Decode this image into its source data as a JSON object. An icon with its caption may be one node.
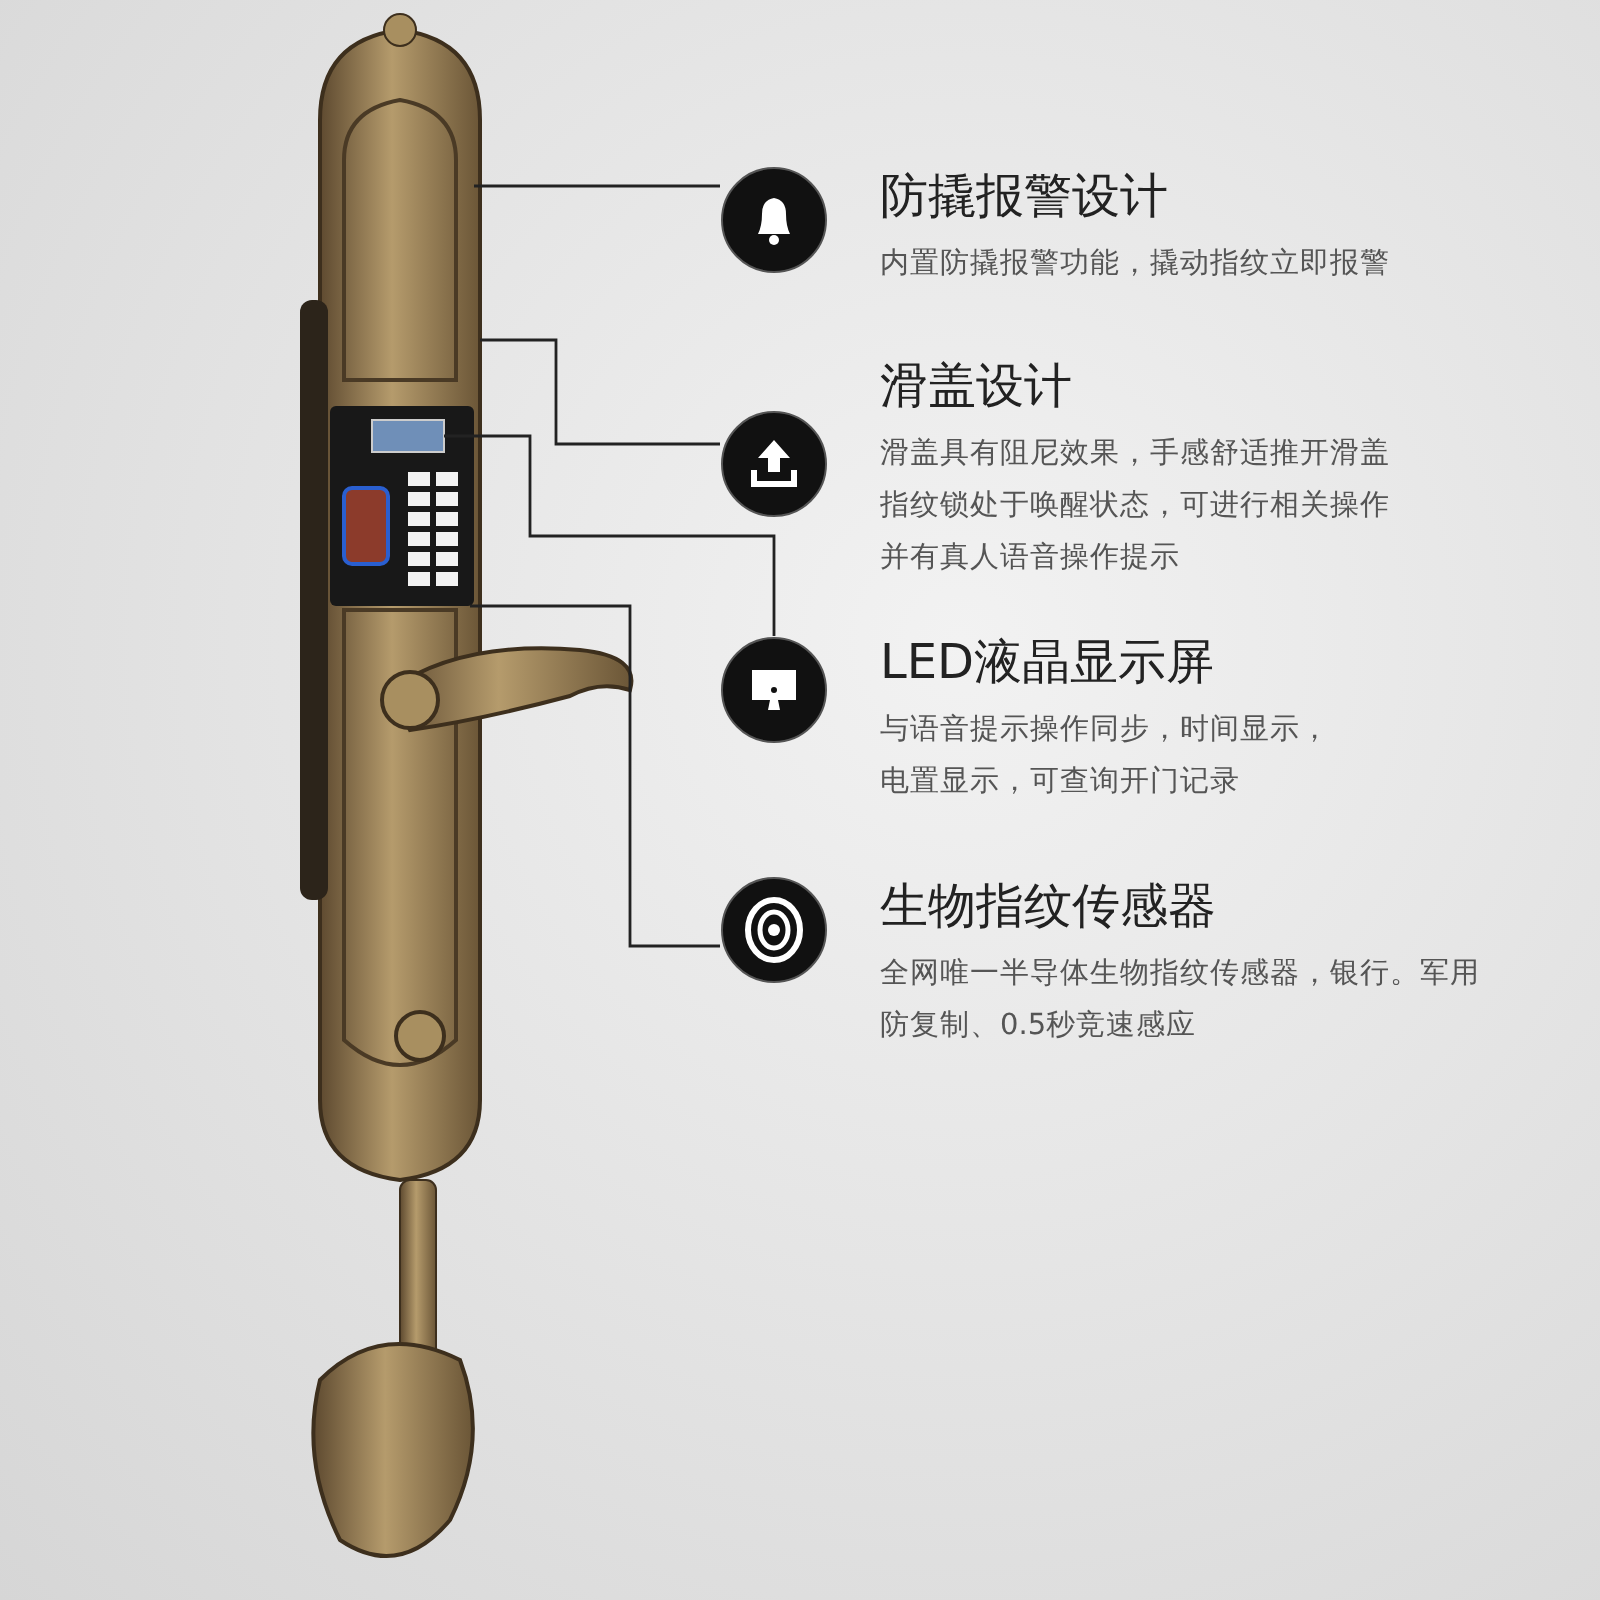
{
  "diagram": {
    "nodes": [
      {
        "text": [
          "防撬报警设计",
          "内置防撬报警功能，撬动指纹立即报警"
        ]
      },
      {
        "text": [
          "滑盖设计",
          "滑盖具有阻尼效果，手感舒适推开滑盖指纹锁处于唤醒状态，可进行相关操作并有真人语音操作提示"
        ]
      },
      {
        "text": [
          "LED液晶显示屏",
          "与语音提示操作同步，时间显示，电置显示，可查询开门记录"
        ]
      },
      {
        "text": [
          "生物指纹传感器",
          "全网唯一半导体生物指纹传感器，银行。军用防复制、0.5秒竞速感应"
        ]
      }
    ],
    "edges": [
      {
        "from": 0,
        "to": null,
        "arrow": "none"
      },
      {
        "from": 1,
        "to": null,
        "arrow": "none"
      },
      {
        "from": 2,
        "to": null,
        "arrow": "none"
      },
      {
        "from": 3,
        "to": null,
        "arrow": "none"
      }
    ]
  }
}
